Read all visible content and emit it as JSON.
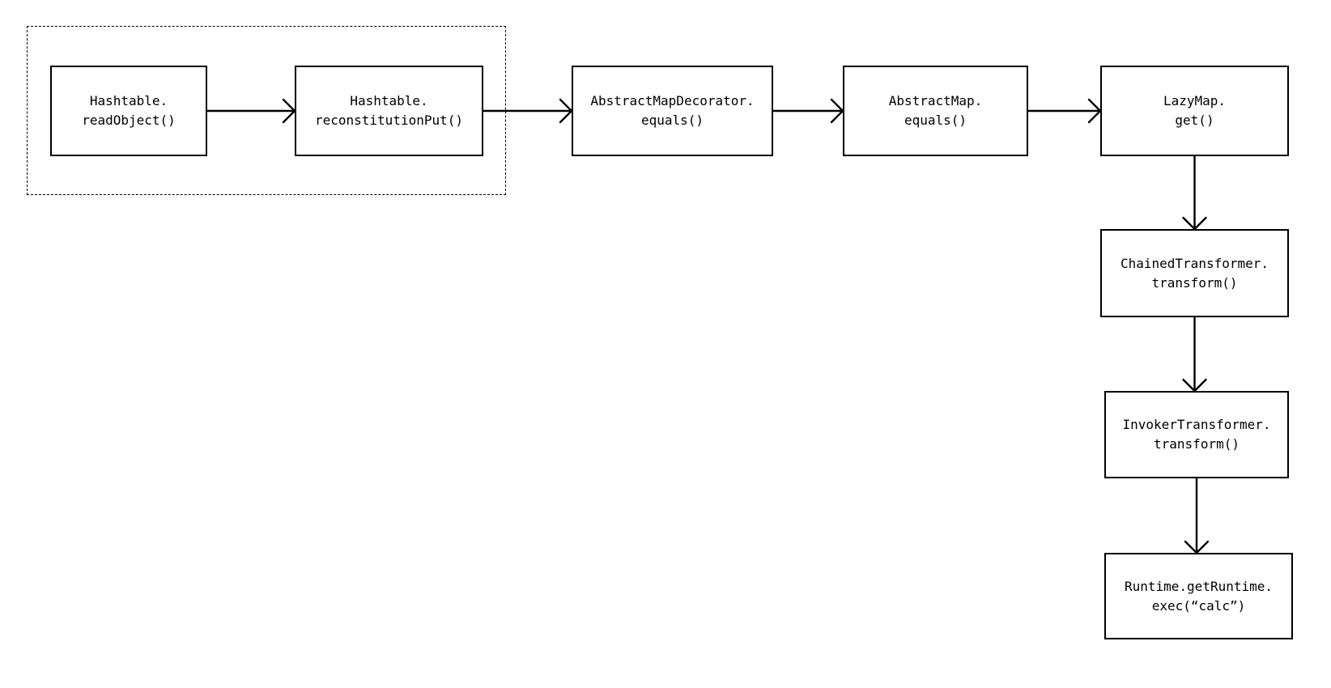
{
  "diagram": {
    "groups": [
      {
        "id": "hashtable-group",
        "members": [
          "n1",
          "n2"
        ],
        "style": "dashed"
      }
    ],
    "nodes": [
      {
        "id": "n1",
        "line1": "Hashtable.",
        "line2": "readObject()"
      },
      {
        "id": "n2",
        "line1": "Hashtable.",
        "line2": "reconstitutionPut()"
      },
      {
        "id": "n3",
        "line1": "AbstractMapDecorator.",
        "line2": "equals()"
      },
      {
        "id": "n4",
        "line1": "AbstractMap.",
        "line2": "equals()"
      },
      {
        "id": "n5",
        "line1": "LazyMap.",
        "line2": "get()"
      },
      {
        "id": "n6",
        "line1": "ChainedTransformer.",
        "line2": "transform()"
      },
      {
        "id": "n7",
        "line1": "InvokerTransformer.",
        "line2": "transform()"
      },
      {
        "id": "n8",
        "line1": "Runtime.getRuntime.",
        "line2": "exec(“calc”)"
      }
    ],
    "edges": [
      {
        "from": "n1",
        "to": "n2"
      },
      {
        "from": "n2",
        "to": "n3"
      },
      {
        "from": "n3",
        "to": "n4"
      },
      {
        "from": "n4",
        "to": "n5"
      },
      {
        "from": "n5",
        "to": "n6"
      },
      {
        "from": "n6",
        "to": "n7"
      },
      {
        "from": "n7",
        "to": "n8"
      }
    ],
    "colors": {
      "stroke": "#000000",
      "background": "#ffffff"
    }
  }
}
